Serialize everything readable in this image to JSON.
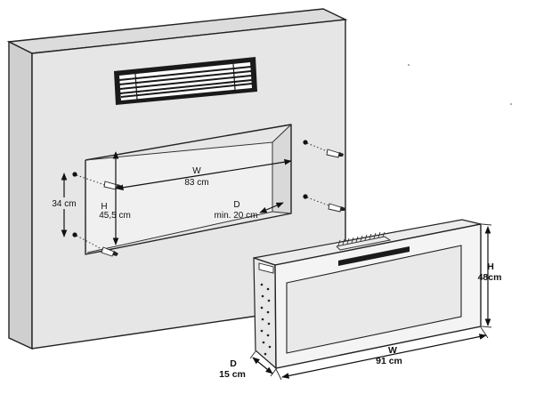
{
  "dimensions": {
    "recess_width": {
      "letter": "W",
      "value": "83 cm"
    },
    "recess_height": {
      "letter": "H",
      "value": "45,5 cm"
    },
    "recess_depth": {
      "letter": "D",
      "value": "min. 20 cm"
    },
    "mount_spacing": {
      "value": "34 cm"
    },
    "unit_height": {
      "letter": "H",
      "value": "48cm"
    },
    "unit_width": {
      "letter": "W",
      "value": "91 cm"
    },
    "unit_depth": {
      "letter": "D",
      "value": "15 cm"
    }
  },
  "colors": {
    "wall_face": "#e6e6e6",
    "wall_side": "#d2d2d2",
    "glass": "#e9e9e9",
    "body": "#f4f4f4",
    "vent": "#1a1a1a"
  }
}
